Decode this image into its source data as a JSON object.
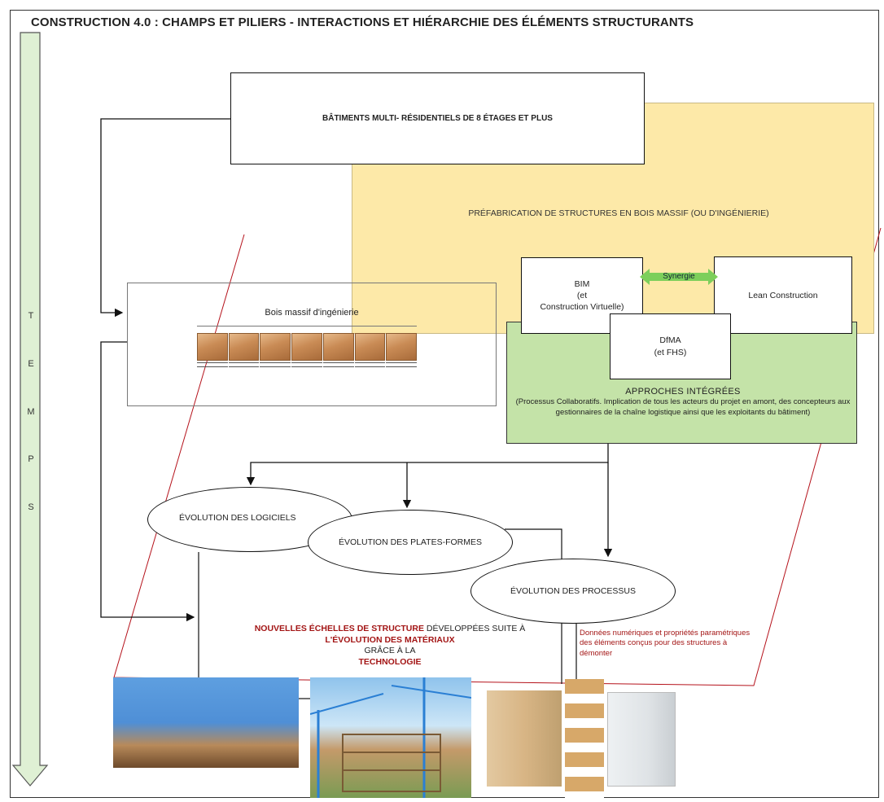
{
  "title": "CONSTRUCTION 4.0 : CHAMPS ET PILIERS - INTERACTIONS ET HIÉRARCHIE DES ÉLÉMENTS STRUCTURANTS",
  "temps_letters": [
    "T",
    "E",
    "M",
    "P",
    "S"
  ],
  "top_box": "BÂTIMENTS MULTI- RÉSIDENTIELS DE 8 ÉTAGES ET PLUS",
  "prefab": "PRÉFABRICATION DE STRUCTURES EN BOIS MASSIF (OU D'INGÉNIERIE)",
  "bim": {
    "line1": "BIM",
    "line2": "(et",
    "line3": "Construction Virtuelle)"
  },
  "synergie": "Synergie",
  "lean": "Lean Construction",
  "dfma": {
    "line1": "DfMA",
    "line2": "(et FHS)"
  },
  "approches": {
    "heading": "APPROCHES INTÉGRÉES",
    "text": "(Processus Collaboratifs. Implication de tous les acteurs du projet en amont, des concepteurs aux gestionnaires de la chaîne logistique ainsi que les exploitants du bâtiment)"
  },
  "bois": {
    "title": "Bois massif d'ingénierie",
    "subtitle": "Bois massif (...)",
    "tiles": [
      "",
      "",
      "",
      "",
      "",
      "",
      ""
    ]
  },
  "evolutions": {
    "logiciels": "ÉVOLUTION DES LOGICIELS",
    "plateformes": "ÉVOLUTION DES PLATES-FORMES",
    "processus": "ÉVOLUTION DES PROCESSUS"
  },
  "nouvelles": {
    "part1": "NOUVELLES ÉCHELLES DE STRUCTURE",
    "part2": " DÉVELOPPÉES SUITE À",
    "part3": "L'ÉVOLUTION DES MATÉRIAUX",
    "part4": "GRÂCE À LA",
    "part5": "TECHNOLOGIE"
  },
  "donnees": "Données numériques et propriétés paramétriques des éléments conçus pour des structures à démonter",
  "colors": {
    "yellow_field": "#fde9a8",
    "green_field": "#c4e3a8",
    "synergy_arrow": "#7dcf5b",
    "time_arrow": "#dff0d4",
    "accent_red": "#a31515"
  }
}
